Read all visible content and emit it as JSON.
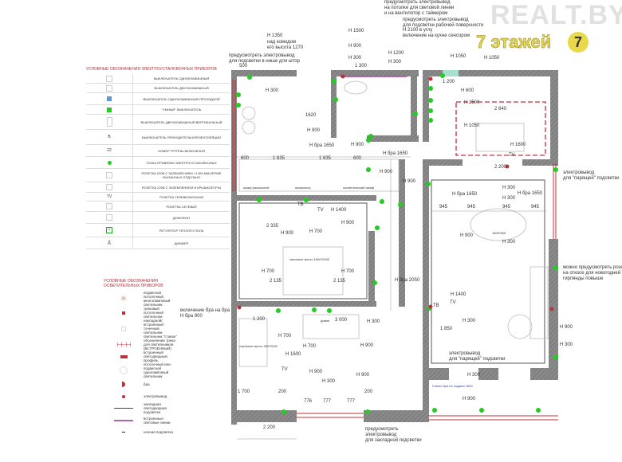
{
  "legend_electrical": {
    "title": "Условные обозначения электроустановочных приборов",
    "items": [
      {
        "icon": "single-switch-icon",
        "label": "выключатель одноклавишный"
      },
      {
        "icon": "double-switch-icon",
        "label": "выключатель двухклавишный"
      },
      {
        "icon": "pass-through-switch-icon",
        "label": "выключатель одноклавишный проходной",
        "color": "#5b9bd5"
      },
      {
        "icon": "smart-switch-icon",
        "label": "\"умный\" выключатель",
        "color": "#22cc22"
      },
      {
        "icon": "vertical-double-switch-icon",
        "label": "выключатель двухклавишный вертикальный"
      },
      {
        "icon": "ventilation-switch-icon",
        "label": "выключатель принудительной вентиляции",
        "symbol": "В"
      },
      {
        "icon": "group-number-icon",
        "label": "номер группы включения",
        "symbol": "22"
      },
      {
        "icon": "anchor-point-icon",
        "label": "точка привязки электроустановочных",
        "color": "#22cc22"
      },
      {
        "icon": "socket-icon",
        "label": "розетка 220В с заземлением, h 300 мм,кроме указанных отдельно"
      },
      {
        "icon": "socket-ip44-icon",
        "label": "розетка 220В с заземлением и крышкой ip44"
      },
      {
        "icon": "tv-socket-icon",
        "label": "розетка телевизионная",
        "symbol": "TV"
      },
      {
        "icon": "network-socket-icon",
        "label": "розетка сетевая"
      },
      {
        "icon": "intercom-icon",
        "label": "домофон"
      },
      {
        "icon": "floor-heating-icon",
        "label": "регулятор теплого пола",
        "color": "#22aa22"
      },
      {
        "icon": "dimmer-icon",
        "label": "диммер",
        "symbol": "Д"
      }
    ]
  },
  "legend_lighting": {
    "title": "Условные обозначения осветительных приборов",
    "items": [
      {
        "icon": "chandelier-icon",
        "label": "подвесной потолочный многоламповый светильник"
      },
      {
        "icon": "track-light-icon",
        "label": "трековый потолочный светильник"
      },
      {
        "icon": "spot-light-icon",
        "label": "накладной/встроенный точечный светильник светильник \"стакан\""
      },
      {
        "icon": "track-line-icon",
        "label": "обозначение трека для светильников (ВСТРОЕННЫЙ)"
      },
      {
        "icon": "led-profile-icon",
        "label": "встроенный светодиодный профиль"
      },
      {
        "icon": "ceiling-lamp-icon",
        "label": "потолочный или подвесной одноламповый светильник"
      },
      {
        "icon": "sconce-icon",
        "label": "бра"
      },
      {
        "icon": "electric-outlet-icon",
        "label": "электровывод"
      },
      {
        "icon": "embedded-led-line-icon",
        "label": "закладная светодиодная подсветка"
      },
      {
        "icon": "light-line-icon",
        "label": "встроенные световые линии"
      },
      {
        "icon": "night-light-icon",
        "label": "ночная подсветка"
      }
    ]
  },
  "colors": {
    "wall": "#7a7a7a",
    "anchor": "#22cc22",
    "accent_red": "#c0303a",
    "pass_switch": "#5b9bd5",
    "window": "#a8e0d0"
  },
  "watermark": {
    "site": "REALT.BY",
    "logo_text": "7 этажей",
    "logo_number": "7"
  },
  "annotations": [
    "H 1350",
    "над комодом",
    "его высота 1270",
    "предусмотреть электровывод",
    "для подсветки в нише для штор",
    "500",
    "H 1500",
    "H 900",
    "H 300",
    "1 300",
    "предусмотреть электровывод",
    "на потолке для световой линии",
    "и на вентилятор с таймером",
    "H 1200",
    "H 300",
    "предусмотреть электровывод",
    "для подсветки рабочей поверхности",
    "H 2100 в углу",
    "включение на кухне сенсором",
    "H 1050",
    "H 1050",
    "H 300",
    "1620",
    "H 900",
    "H бра 1650",
    "H 900",
    "H бра 1650",
    "600",
    "1 635",
    "1 635",
    "600",
    "шкаф распашной",
    "шифоньер",
    "косметический шкаф",
    "H 900",
    "H 900",
    "1 200",
    "H 600",
    "H 2500",
    "2 640",
    "H 1050",
    "H 1600",
    "TV",
    "электровывод",
    "для \"парящей\" подсветки",
    "2 200",
    "H 300",
    "H бра 1650",
    "H 300",
    "H бра 1650",
    "H 300",
    "945",
    "945",
    "945",
    "945",
    "1600*800",
    "H 900",
    "TB",
    "TV",
    "H 1400",
    "H 900",
    "2 335",
    "H 900",
    "H 700",
    "спальное место 1600*2000",
    "H 700",
    "H 700",
    "2 135",
    "2 135",
    "H бра 2050",
    "включение бра на бра",
    "H бра 900",
    "можно предусмотреть розетку",
    "на откосе для новогодней",
    "гирлянды повыше",
    "H 900",
    "H 300",
    "H 1400",
    "TV",
    "TB",
    "H 300",
    "1 850",
    "электровывод",
    "для \"парящей\" подсветки",
    "1 200",
    "H 700",
    "H 700",
    "3 000",
    "диван",
    "H 300",
    "H 900",
    "спальное место 900*2000",
    "H 1600",
    "TV",
    "H 900",
    "H 300",
    "H 900",
    "1 700",
    "200",
    "776",
    "777",
    "777",
    "200",
    "2 200",
    "H всех бра на лоджии 1800",
    "H 300",
    "H 900",
    "предусмотреть",
    "электровывод",
    "для закладной подсветки"
  ]
}
